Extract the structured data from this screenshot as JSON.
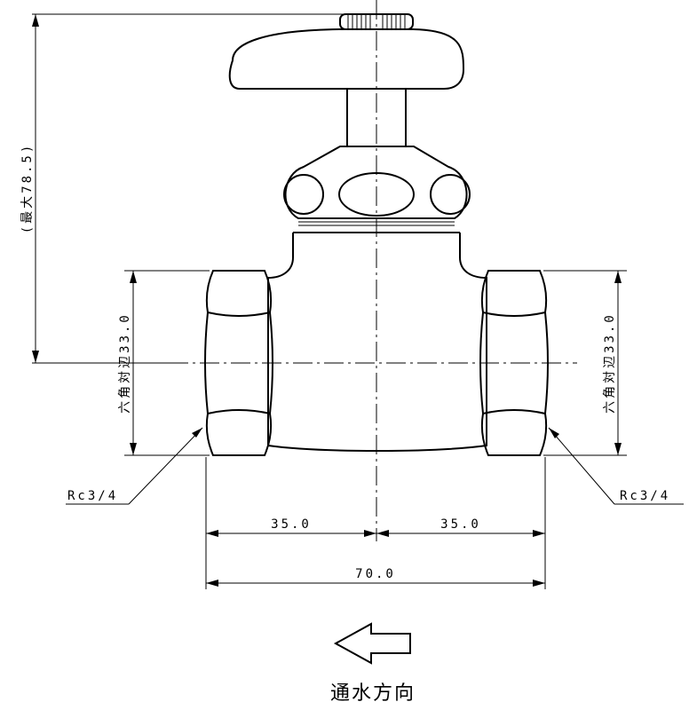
{
  "dimensions": {
    "max_height": "(最大78.5)",
    "hex_left": "六角対辺33.0",
    "hex_right": "六角対辺33.0",
    "half_left": "35.0",
    "half_right": "35.0",
    "total_width": "70.0"
  },
  "threads": {
    "left": "Rc3/4",
    "right": "Rc3/4"
  },
  "flow": {
    "caption": "通水方向",
    "arrow_icon": "left-arrow-icon"
  }
}
